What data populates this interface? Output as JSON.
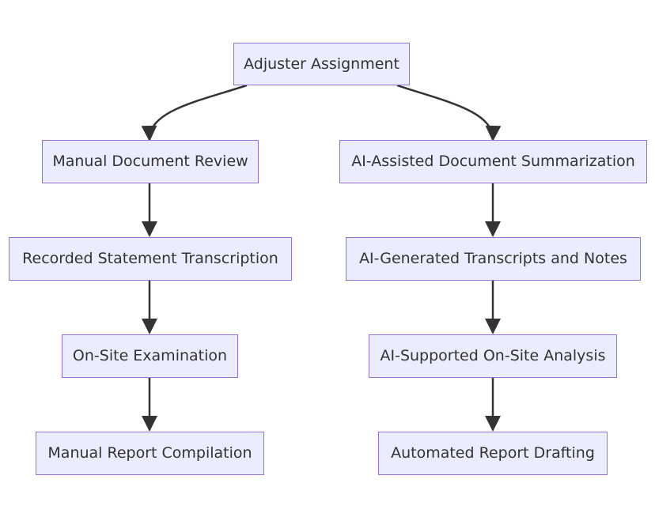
{
  "diagram": {
    "type": "flowchart",
    "direction": "top-down",
    "colors": {
      "node_fill": "#ECECFF",
      "node_stroke": "#9370DB",
      "edge": "#333333",
      "text": "#333333"
    },
    "nodes": {
      "adjuster": "Adjuster Assignment",
      "manual_review": "Manual Document Review",
      "ai_summarization": "AI-Assisted Document Summarization",
      "statement_transcription": "Recorded Statement Transcription",
      "ai_transcripts": "AI-Generated Transcripts and Notes",
      "onsite_exam": "On-Site Examination",
      "ai_onsite": "AI-Supported On-Site Analysis",
      "manual_report": "Manual Report Compilation",
      "automated_report": "Automated Report Drafting"
    },
    "edges": [
      {
        "from": "adjuster",
        "to": "manual_review"
      },
      {
        "from": "adjuster",
        "to": "ai_summarization"
      },
      {
        "from": "manual_review",
        "to": "statement_transcription"
      },
      {
        "from": "statement_transcription",
        "to": "onsite_exam"
      },
      {
        "from": "onsite_exam",
        "to": "manual_report"
      },
      {
        "from": "ai_summarization",
        "to": "ai_transcripts"
      },
      {
        "from": "ai_transcripts",
        "to": "ai_onsite"
      },
      {
        "from": "ai_onsite",
        "to": "automated_report"
      }
    ]
  }
}
